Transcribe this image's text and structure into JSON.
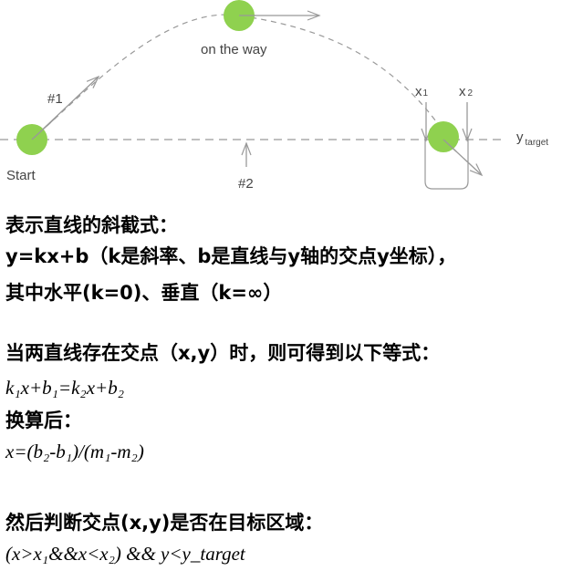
{
  "diagram": {
    "label_on_the_way": "on the way",
    "label_1": "#1",
    "label_2": "#2",
    "label_start": "Start",
    "label_x1": "x",
    "label_x1_sub": "1",
    "label_x2": "x",
    "label_x2_sub": "2",
    "label_y": "y",
    "label_y_sub": "target",
    "ball_color": "#8fd14f",
    "arrow_color": "#999999"
  },
  "text": {
    "l1": "表示直线的斜截式：",
    "l2": "y=kx+b（k是斜率、b是直线与y轴的交点y坐标），",
    "l3": "其中水平(k=0)、垂直（k=∞）",
    "l4": "当两直线存在交点（x,y）时，则可得到以下等式：",
    "l5": "k₁x+b₁=k₂x+b₂",
    "l6": "换算后：",
    "l7": "x=(b₂-b₁)/(m₁-m₂)",
    "l8": "然后判断交点(x,y)是否在目标区域：",
    "l9": "(x>x₁&&x<x₂) && y<y_target"
  }
}
